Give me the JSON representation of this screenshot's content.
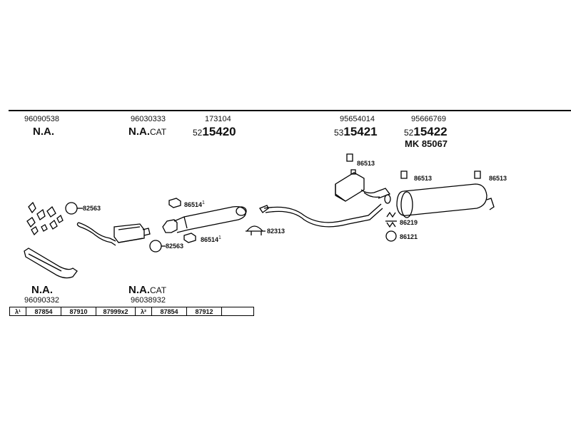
{
  "header_top": [
    {
      "part": "96090538",
      "label": "N.A.",
      "suffix": ""
    },
    {
      "part": "96030333",
      "label": "N.A.",
      "suffix": "CAT"
    },
    {
      "part": "173104",
      "prefix": "52",
      "big": "15420"
    },
    {
      "part": "95654014",
      "prefix": "53",
      "big": "15421"
    },
    {
      "part": "95666769",
      "prefix": "52",
      "big": "15422",
      "mk": "MK 85067"
    }
  ],
  "callouts": {
    "c82563a": "82563",
    "c82563b": "82563",
    "c86514a": "86514",
    "c86514a_sup": "1",
    "c86514b": "86514",
    "c86514b_sup": "1",
    "c82313": "82313",
    "c86513a": "86513",
    "c86513b": "86513",
    "c86513c": "86513",
    "c86219": "86219",
    "c86121": "86121"
  },
  "bottom_labels": [
    {
      "label": "N.A.",
      "suffix": "",
      "part": "96090332"
    },
    {
      "label": "N.A.",
      "suffix": "CAT",
      "part": "96038932"
    }
  ],
  "ref_table": {
    "lambda1": "λ¹",
    "lambda2": "λ²",
    "group1": [
      "87854",
      "87910",
      "87999x2"
    ],
    "group2": [
      "87854",
      "87912"
    ]
  }
}
